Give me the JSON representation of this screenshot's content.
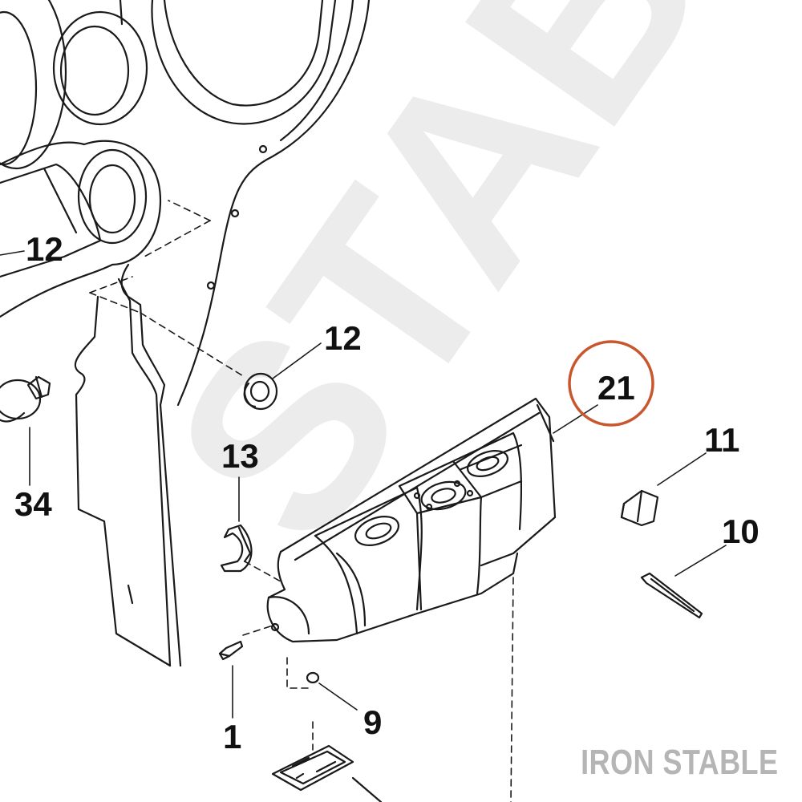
{
  "diagram": {
    "callouts": [
      {
        "id": "12a",
        "text": "12"
      },
      {
        "id": "12b",
        "text": "12"
      },
      {
        "id": "21",
        "text": "21"
      },
      {
        "id": "11",
        "text": "11"
      },
      {
        "id": "10",
        "text": "10"
      },
      {
        "id": "13",
        "text": "13"
      },
      {
        "id": "34",
        "text": "34"
      },
      {
        "id": "1",
        "text": "1"
      },
      {
        "id": "9",
        "text": "9"
      }
    ],
    "highlight_callout": "21",
    "highlight_color": "#c8572e",
    "line_color": "#1a1a1a",
    "watermark": "STABLE",
    "watermark_color": "#ececec"
  },
  "brand": {
    "name": "IRON STABLE",
    "color": "#b5b5b5"
  }
}
